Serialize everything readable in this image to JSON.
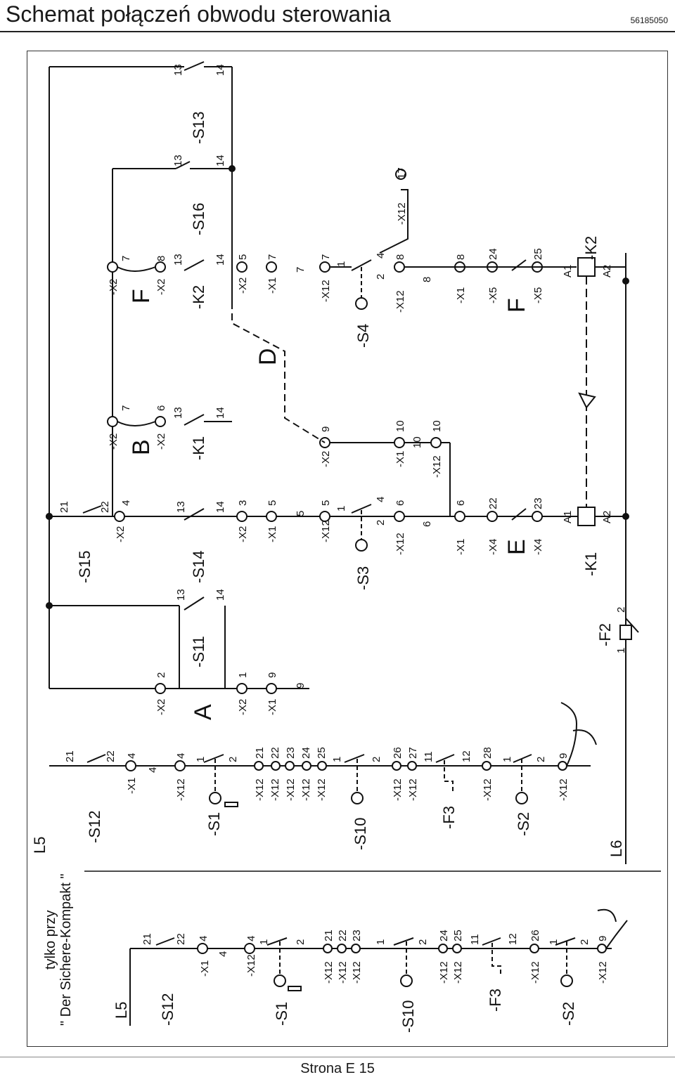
{
  "header": {
    "title": "Schemat połączeń obwodu sterowania",
    "doc_number": "56185050"
  },
  "footer": {
    "page": "Strona E 15"
  },
  "left_block": {
    "note_line1": "tylko przy",
    "note_line2": "\" Der Sichere-Kompakt \"",
    "rail": "L5",
    "components": [
      "-S12",
      "-X1",
      "-X12",
      "-S1",
      "-X12",
      "-X12",
      "-X12",
      "-S10",
      "-X12",
      "-X12",
      "-F3",
      "-X12",
      "-S2",
      "-X12"
    ],
    "pins": [
      "21",
      "22",
      "4",
      "4",
      "4",
      "1",
      "2",
      "21",
      "22",
      "23",
      "1",
      "2",
      "24",
      "25",
      "11",
      "12",
      "26",
      "1",
      "2",
      "9"
    ]
  },
  "main_block": {
    "rail_top": "L5",
    "rail_bottom": "L6",
    "left_column_components": [
      "-S12",
      "-X1",
      "-X12",
      "-S1",
      "-X12",
      "-X12",
      "-X12",
      "-X12",
      "-X12",
      "-S10",
      "-X12",
      "-X12",
      "-F3",
      "-X12",
      "-S2",
      "-X12"
    ],
    "left_column_pins": [
      "21",
      "22",
      "4",
      "4",
      "4",
      "1",
      "2",
      "21",
      "22",
      "23",
      "24",
      "25",
      "1",
      "2",
      "26",
      "27",
      "11",
      "12",
      "28",
      "1",
      "2",
      "9"
    ],
    "group_A": {
      "letter": "A",
      "components": [
        "-X2",
        "-S11",
        "-X2",
        "-X1"
      ],
      "pins": [
        "2",
        "13",
        "14",
        "1",
        "9",
        "9"
      ]
    },
    "column_2": {
      "components": [
        "-S15",
        "-X2",
        "-S14",
        "-X2",
        "-X1",
        "-X12",
        "-S3",
        "-X12",
        "-X1",
        "-X4",
        "-X4",
        "-K1"
      ],
      "pins": [
        "21",
        "22",
        "4",
        "13",
        "14",
        "3",
        "5",
        "5",
        "5",
        "1",
        "2",
        "4",
        "6",
        "6",
        "6",
        "22",
        "23",
        "A1",
        "A2"
      ],
      "letter": "E"
    },
    "group_B": {
      "letter": "B",
      "components": [
        "-X2",
        "-X2",
        "-K1",
        "-X2",
        "-X1",
        "-X12"
      ],
      "pins": [
        "7",
        "6",
        "13",
        "14",
        "9",
        "10",
        "10",
        "10"
      ]
    },
    "group_C": {
      "letter": "F",
      "components": [
        "-X2",
        "-X2",
        "-K2",
        "-X2",
        "-X1",
        "-X12",
        "-S4",
        "-X12",
        "-X1",
        "-X5",
        "-X5",
        "-K2"
      ],
      "pins": [
        "7",
        "8",
        "13",
        "14",
        "5",
        "7",
        "7",
        "7",
        "1",
        "2",
        "4",
        "8",
        "8",
        "8",
        "24",
        "25",
        "A1",
        "A2"
      ]
    },
    "group_D": {
      "letter": "D"
    },
    "column_S16": {
      "components": [
        "-S16",
        "-X12"
      ],
      "pins": [
        "13",
        "14",
        "17"
      ]
    },
    "column_S13": {
      "components": [
        "-S13"
      ],
      "pins": [
        "13",
        "14"
      ]
    },
    "fuse": {
      "name": "-F2",
      "pins": [
        "1",
        "2"
      ]
    }
  }
}
